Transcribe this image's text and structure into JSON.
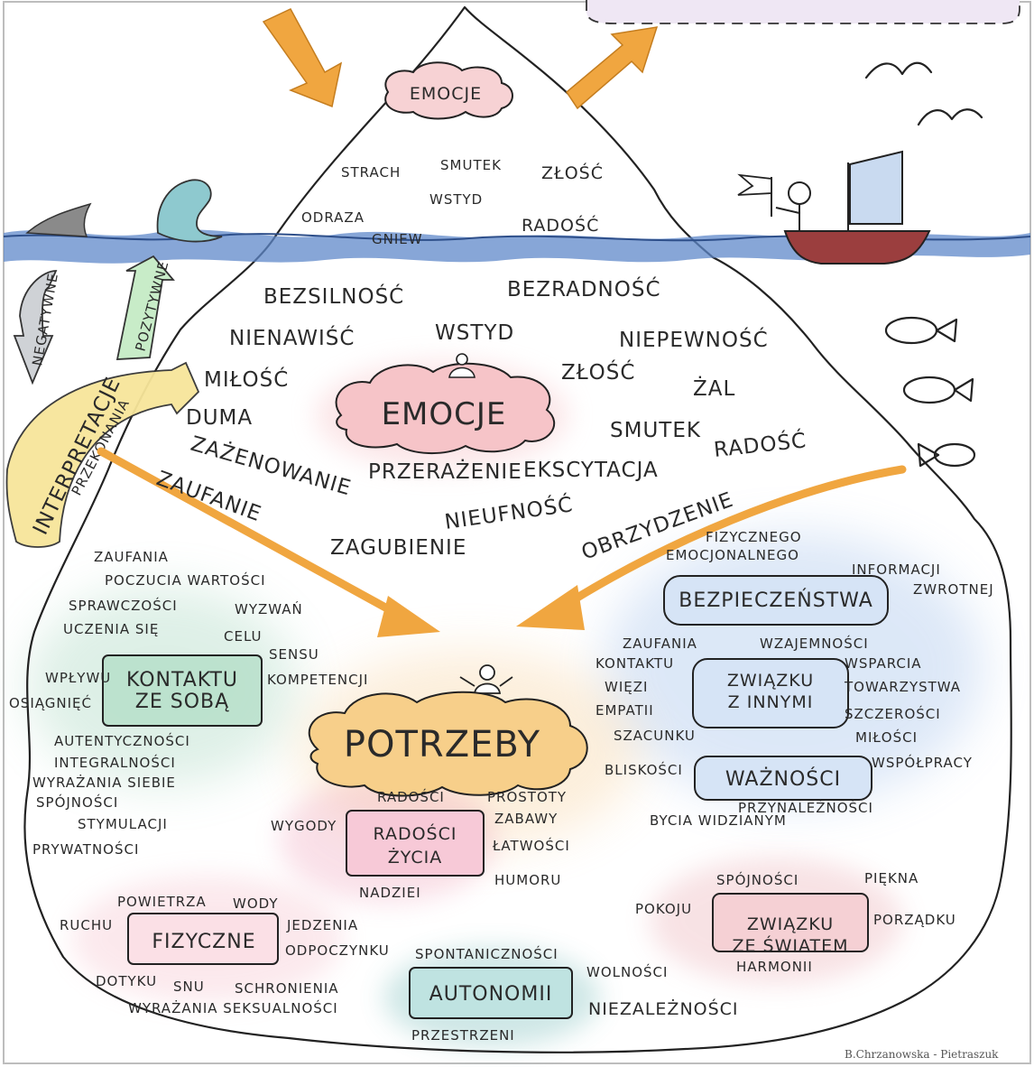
{
  "tip": {
    "title": "EMOCJE",
    "words": [
      "STRACH",
      "SMUTEK",
      "ZŁOŚĆ",
      "WSTYD",
      "ODRAZA",
      "RADOŚĆ",
      "GNIEW"
    ]
  },
  "middle": {
    "title": "EMOCJE",
    "words": [
      "BEZSILNOŚĆ",
      "BEZRADNOŚĆ",
      "NIENAWIŚĆ",
      "WSTYD",
      "NIEPEWNOŚĆ",
      "MIŁOŚĆ",
      "ZŁOŚĆ",
      "ŻAL",
      "DUMA",
      "SMUTEK",
      "RADOŚĆ",
      "ZAŻENOWANIE",
      "PRZERAŻENIE",
      "EKSCYTACJA",
      "ZAUFANIE",
      "NIEUFNOŚĆ",
      "OBRZYDZENIE",
      "ZAGUBIENIE"
    ]
  },
  "side_arrows": {
    "negative": "NEGATYWNE",
    "positive": "POZYTYWNE",
    "interpretations": "INTERPRETACJE",
    "beliefs": "PRZEKONANIA"
  },
  "needs": {
    "title": "POTRZEBY",
    "groups": [
      {
        "box": "KONTAKTU ZE SOBĄ",
        "words": [
          "ZAUFANIA",
          "POCZUCIA WARTOŚCI",
          "SPRAWCZOŚCI",
          "WYZWAŃ",
          "UCZENIA SIĘ",
          "CELU",
          "SENSU",
          "WPŁYWU",
          "KOMPETENCJI",
          "OSIĄGNIĘĆ",
          "AUTENTYCZNOŚCI",
          "INTEGRALNOŚCI",
          "WYRAŻANIA SIEBIE",
          "SPÓJNOŚCI",
          "STYMULACJI",
          "PRYWATNOŚCI"
        ]
      },
      {
        "box": "BEZPIECZEŃSTWA",
        "words": [
          "FIZYCZNEGO",
          "EMOCJONALNEGO",
          "INFORMACJI",
          "ZWROTNEJ"
        ]
      },
      {
        "box": "ZWIĄZKU Z INNYMI",
        "words": [
          "ZAUFANIA",
          "WZAJEMNOŚCI",
          "KONTAKTU",
          "WSPARCIA",
          "WIĘZI",
          "TOWARZYSTWA",
          "EMPATII",
          "SZCZEROŚCI",
          "SZACUNKU",
          "MIŁOŚCI",
          "WSPÓŁPRACY"
        ]
      },
      {
        "box": "WAŻNOŚCI",
        "words": [
          "BLISKOŚCI",
          "PRZYNALEŻNOŚCI",
          "BYCIA WIDZIANYM"
        ]
      },
      {
        "box": "RADOŚCI ŻYCIA",
        "words": [
          "RADOŚCI",
          "PROSTOTY",
          "WYGODY",
          "ZABAWY",
          "ŁATWOŚCI",
          "HUMORU",
          "NADZIEI"
        ]
      },
      {
        "box": "ZWIĄZKU ZE ŚWIATEM",
        "words": [
          "SPÓJNOŚCI",
          "PIĘKNA",
          "POKOJU",
          "PORZĄDKU",
          "HARMONII"
        ]
      },
      {
        "box": "FIZYCZNE",
        "words": [
          "POWIETRZA",
          "WODY",
          "RUCHU",
          "JEDZENIA",
          "ODPOCZYNKU",
          "DOTYKU",
          "SNU",
          "SCHRONIENIA",
          "WYRAŻANIA SEKSUALNOŚCI"
        ]
      },
      {
        "box": "AUTONOMII",
        "words": [
          "SPONTANICZNOŚCI",
          "WOLNOŚCI",
          "NIEZALEŻNOŚCI",
          "PRZESTRZENI"
        ]
      }
    ]
  },
  "signature": "B.Chrzanowska - Pietraszuk",
  "colors": {
    "arrow": "#f0a640",
    "sea": "#5f88c9",
    "kontakt": "#6fb892",
    "bezp": "#8fb4e6",
    "radosc": "#ee9bb6",
    "fizyczne": "#f2a8b8",
    "autonomia": "#5fb0ad",
    "swiat": "#e7a0a8",
    "cloud": "#f7cf8a",
    "emocje_cloud": "#f4b8bd"
  }
}
